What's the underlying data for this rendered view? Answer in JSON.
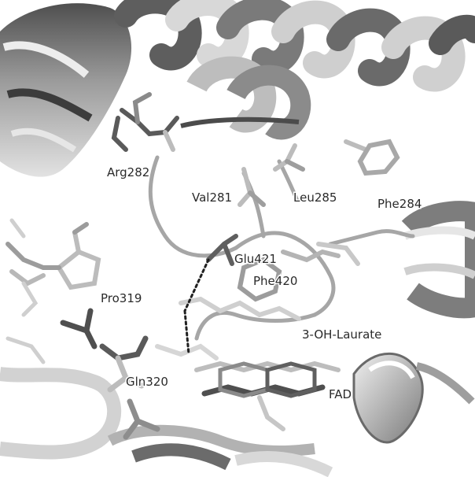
{
  "labels": {
    "arg282": "Arg282",
    "val281": "Val281",
    "leu285": "Leu285",
    "phe284": "Phe284",
    "glu421": "Glu421",
    "phe420": "Phe420",
    "pro319": "Pro319",
    "laurate": "3-OH-Laurate",
    "gln320": "Gln320",
    "fad": "FAD"
  },
  "colors": {
    "background": "#ffffff",
    "helix_light": "#d6d6d6",
    "helix_dark": "#6e6e6e",
    "backbone": "#a9a9a9",
    "stick_light": "#bdbdbd",
    "stick_dark": "#5a5a5a",
    "hbond": "#202020"
  }
}
